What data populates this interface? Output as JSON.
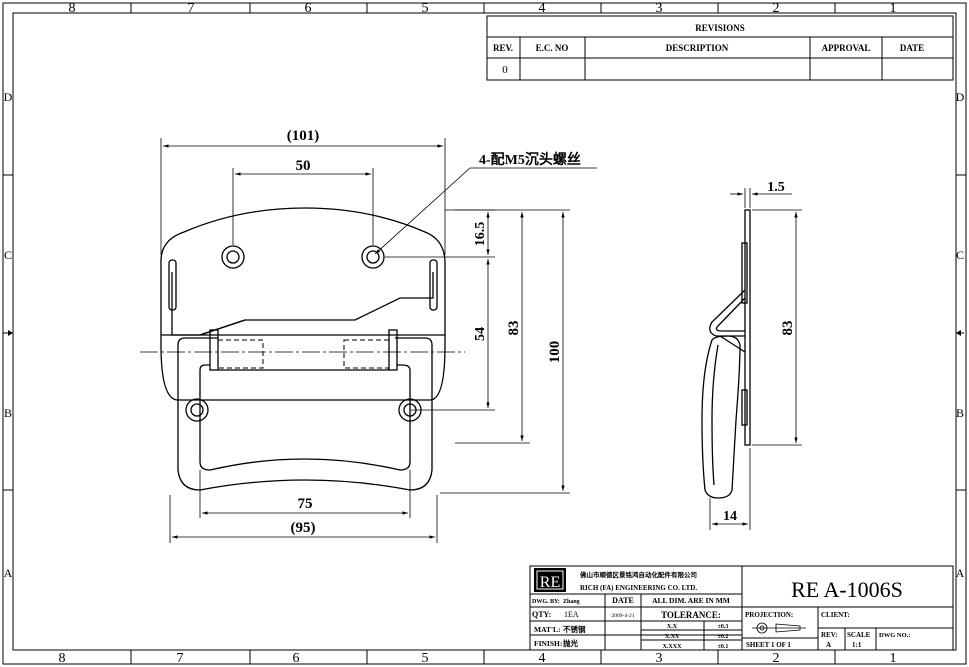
{
  "border": {
    "columns_top": [
      "8",
      "7",
      "6",
      "5",
      "4",
      "3",
      "2",
      "1"
    ],
    "columns_bottom": [
      "8",
      "7",
      "6",
      "5",
      "4",
      "3",
      "2",
      "1"
    ],
    "rows_left": [
      "D",
      "C",
      "B",
      "A"
    ],
    "rows_right": [
      "D",
      "C",
      "B",
      "A"
    ]
  },
  "revisions": {
    "title": "REVISIONS",
    "headers": [
      "REV.",
      "E.C. NO",
      "DESCRIPTION",
      "APPROVAL",
      "DATE"
    ],
    "rows": [
      [
        "0",
        "",
        "",
        "",
        ""
      ]
    ]
  },
  "front_view": {
    "dim_overall_width": "(101)",
    "dim_hole_spacing": "50",
    "dim_hole_offset": "16.5",
    "dim_hole_vertical": "54",
    "dim_height_83": "83",
    "dim_height_100": "100",
    "dim_handle_75": "75",
    "dim_handle_95": "(95)",
    "screw_note": "4-配M5沉头螺丝"
  },
  "side_view": {
    "dim_thickness": "1.5",
    "dim_height": "83",
    "dim_depth": "14"
  },
  "title_block": {
    "logo": "RE",
    "company_cn": "佛山市顺德区景铭鸿自动化配件有限公司",
    "company_en": "RICH (FA) ENGINEERING CO. LTD.",
    "dwg_by_label": "DWG. BY:",
    "dwg_by_value": "Zhang",
    "date_label": "DATE",
    "all_dim": "ALL DIM. ARE IN MM",
    "part_number": "RE A-1006S",
    "qty_label": "QTY:",
    "qty_value": "1EA",
    "date_value": "2009-4-21",
    "tolerance_label": "TOLERANCE:",
    "tolerances": [
      {
        "format": "X.X",
        "value": "±0.3"
      },
      {
        "format": "X.XX",
        "value": "±0.2"
      },
      {
        "format": "X.XXX",
        "value": "±0.1"
      }
    ],
    "projection_label": "PROJECTION:",
    "client_label": "CLIENT:",
    "matl_label": "MAT'L:",
    "matl_value": "不锈钢",
    "finish_label": "FINISH:",
    "finish_value": "抛光",
    "sheet_label": "SHEET 1 OF 1",
    "rev_label": "REV:",
    "rev_value": "A",
    "scale_label": "SCALE",
    "scale_value": "1:1",
    "dwg_no_label": "DWG NO.:"
  }
}
